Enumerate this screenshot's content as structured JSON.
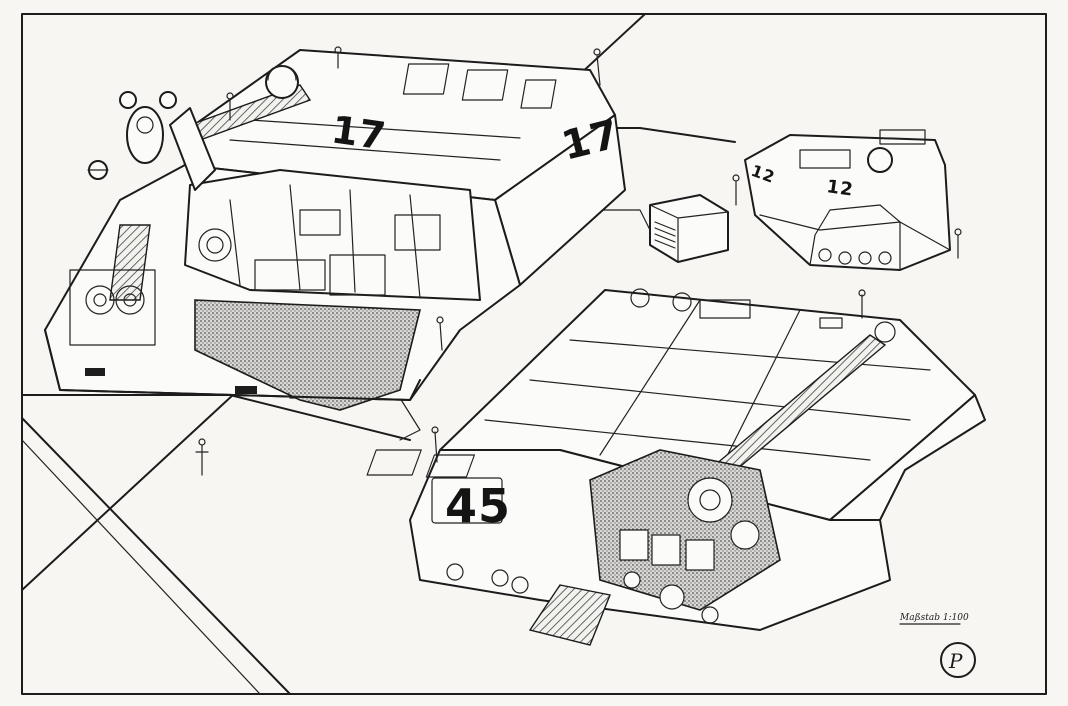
{
  "vehicles": [
    {
      "id": "vehicle-17",
      "hull_number": "17"
    },
    {
      "id": "vehicle-45",
      "hull_number": "45"
    },
    {
      "id": "vehicle-12",
      "hull_number": "12"
    }
  ],
  "scale_label": "Maßstab 1:100",
  "signature_initial": "P"
}
